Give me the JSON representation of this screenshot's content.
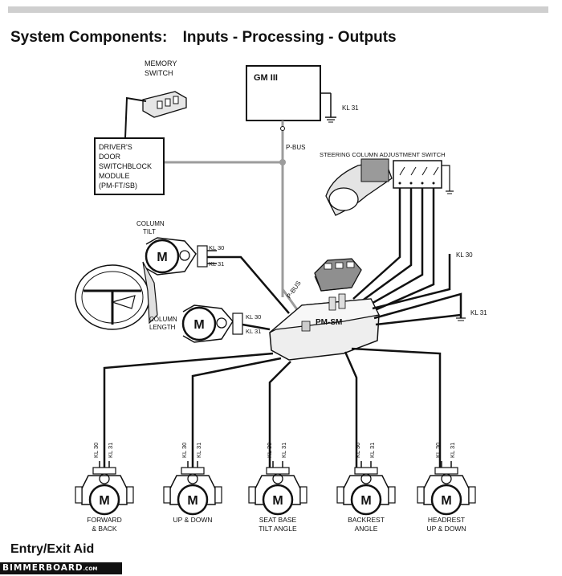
{
  "page": {
    "title_parts": [
      "System Components:",
      "Inputs - Processing - Outputs"
    ],
    "footer_title": "Entry/Exit Aid",
    "logo_text": "BIMMERBOARD",
    "logo_suffix": ".COM"
  },
  "diagram": {
    "memory_switch": [
      "MEMORY",
      "SWITCH"
    ],
    "gm_module": "GM III",
    "kl31": "KL 31",
    "kl30": "KL 30",
    "pbus": "P-BUS",
    "door_module": [
      "DRIVER'S",
      "DOOR",
      "SWITCHBLOCK",
      "MODULE",
      "(PM-FT/SB)"
    ],
    "steering_switch": "STEERING COLUMN ADJUSTMENT SWITCH",
    "column_tilt": [
      "COLUMN",
      "TILT"
    ],
    "column_length": [
      "COLUMN",
      "LENGTH"
    ],
    "pm_sm": "PM-SM",
    "motor_letter": "M",
    "seat_motors": [
      {
        "label": [
          "FORWARD",
          "& BACK"
        ]
      },
      {
        "label": [
          "UP & DOWN"
        ]
      },
      {
        "label": [
          "SEAT BASE",
          "TILT ANGLE"
        ]
      },
      {
        "label": [
          "BACKREST",
          "ANGLE"
        ]
      },
      {
        "label": [
          "HEADREST",
          "UP & DOWN"
        ]
      }
    ]
  }
}
